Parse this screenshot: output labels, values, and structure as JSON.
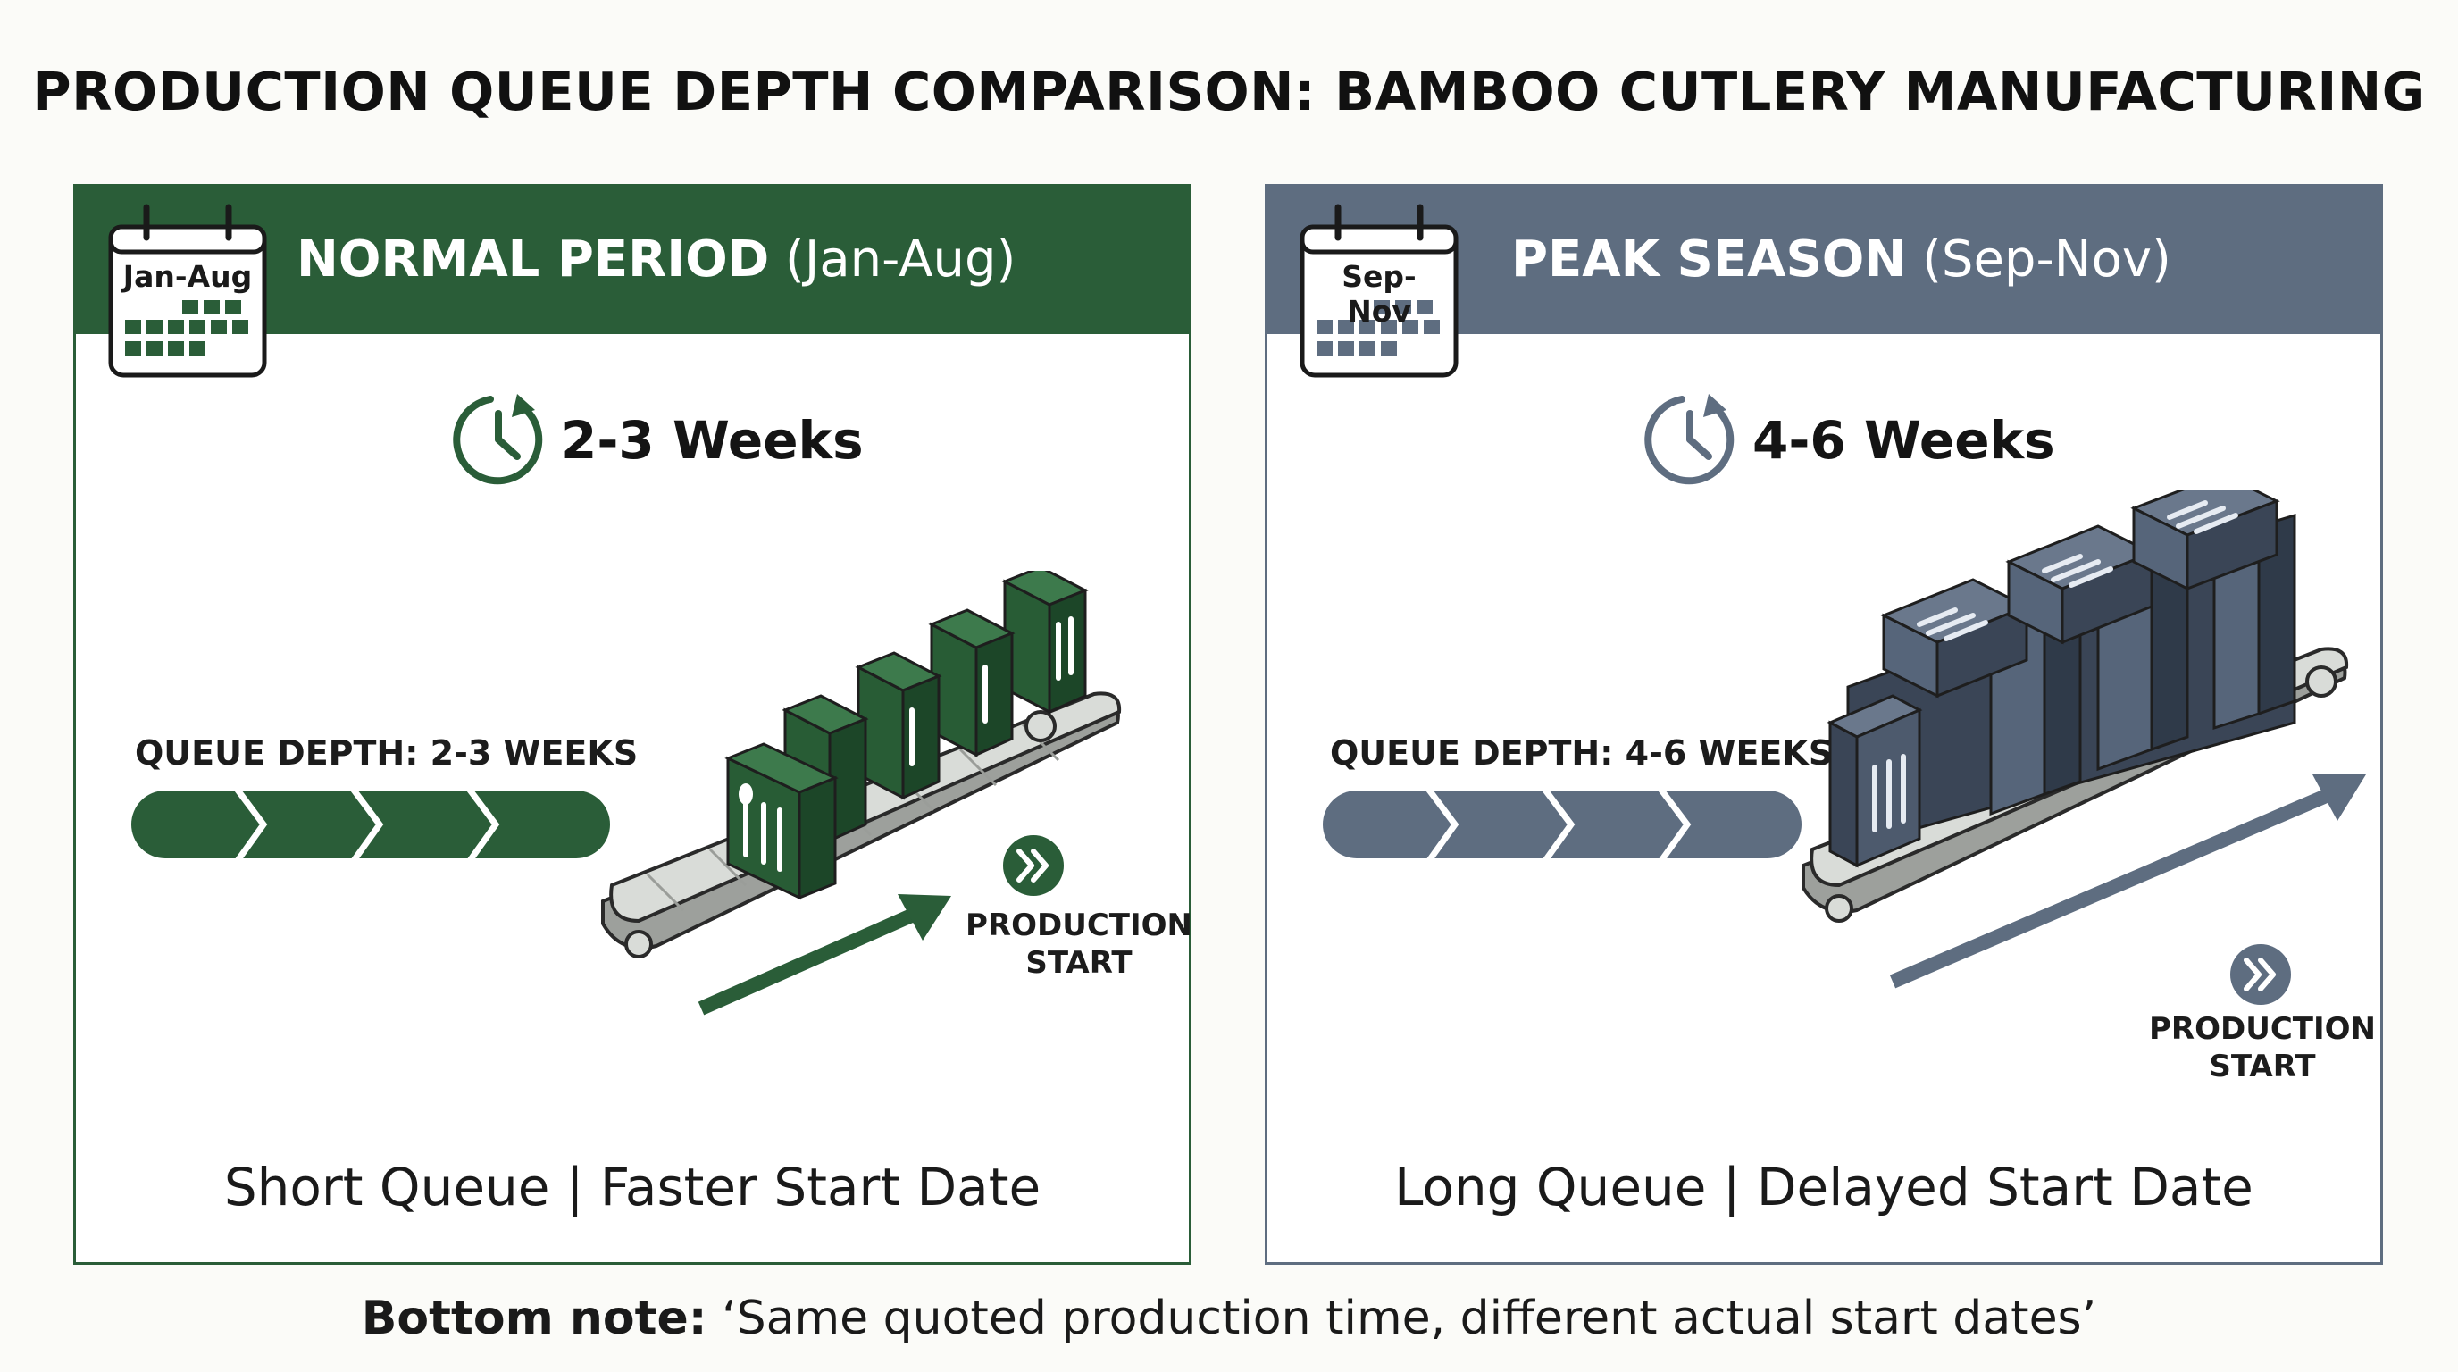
{
  "title": "PRODUCTION QUEUE DEPTH COMPARISON: BAMBOO CUTLERY MANUFACTURING",
  "panels": [
    {
      "calendar_label": "Jan-Aug",
      "heading": "NORMAL PERIOD",
      "range": "(Jan-Aug)",
      "duration": "2-3 Weeks",
      "queue_label": "QUEUE DEPTH: 2-3 WEEKS",
      "production_start_line1": "PRODUCTION",
      "production_start_line2": "START",
      "caption": "Short Queue | Faster Start Date",
      "color": "#2a5d38"
    },
    {
      "calendar_label": "Sep-Nov",
      "heading": "PEAK SEASON",
      "range": "(Sep-Nov)",
      "duration": "4-6 Weeks",
      "queue_label": "QUEUE DEPTH: 4-6 WEEKS",
      "production_start_line1": "PRODUCTION",
      "production_start_line2": "START",
      "caption": "Long Queue | Delayed Start Date",
      "color": "#5e6d80"
    }
  ],
  "note": {
    "label": "Bottom note:",
    "text": "‘Same quoted production time, different actual start dates’"
  }
}
